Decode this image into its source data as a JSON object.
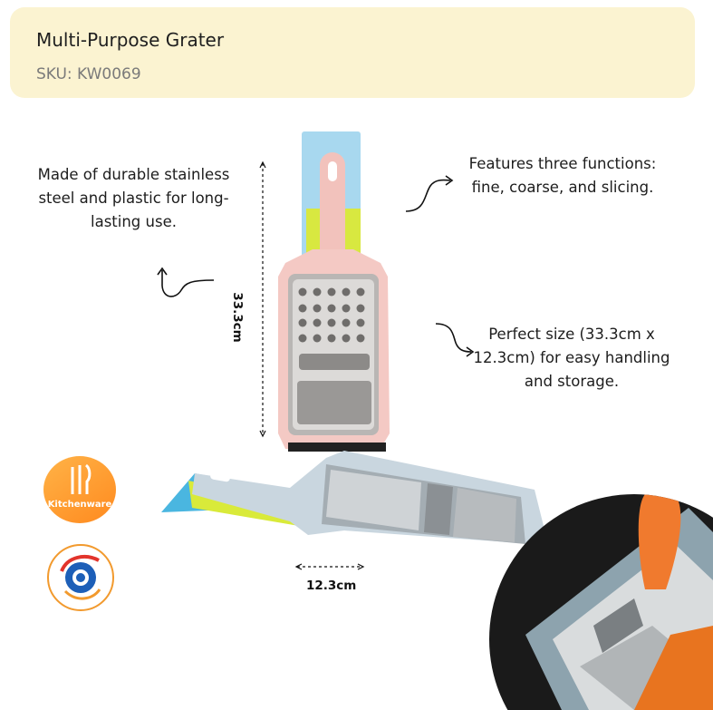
{
  "header": {
    "title": "Multi-Purpose Grater",
    "sku": "SKU: KW0069"
  },
  "features": {
    "material": "Made of durable stainless steel and plastic for long-lasting use.",
    "functions": "Features three functions: fine, coarse, and slicing.",
    "size": "Perfect size (33.3cm x 12.3cm) for easy handling and storage."
  },
  "dimensions": {
    "height": "33.3cm",
    "width": "12.3cm"
  },
  "badges": {
    "kitchenware": "Kitchenware"
  },
  "colors": {
    "header_bg": "#fbf3d1",
    "grater_pink": "#f4c9c4",
    "grater_blue": "#c9d6df",
    "badge_orange": "#ff9a2e"
  }
}
